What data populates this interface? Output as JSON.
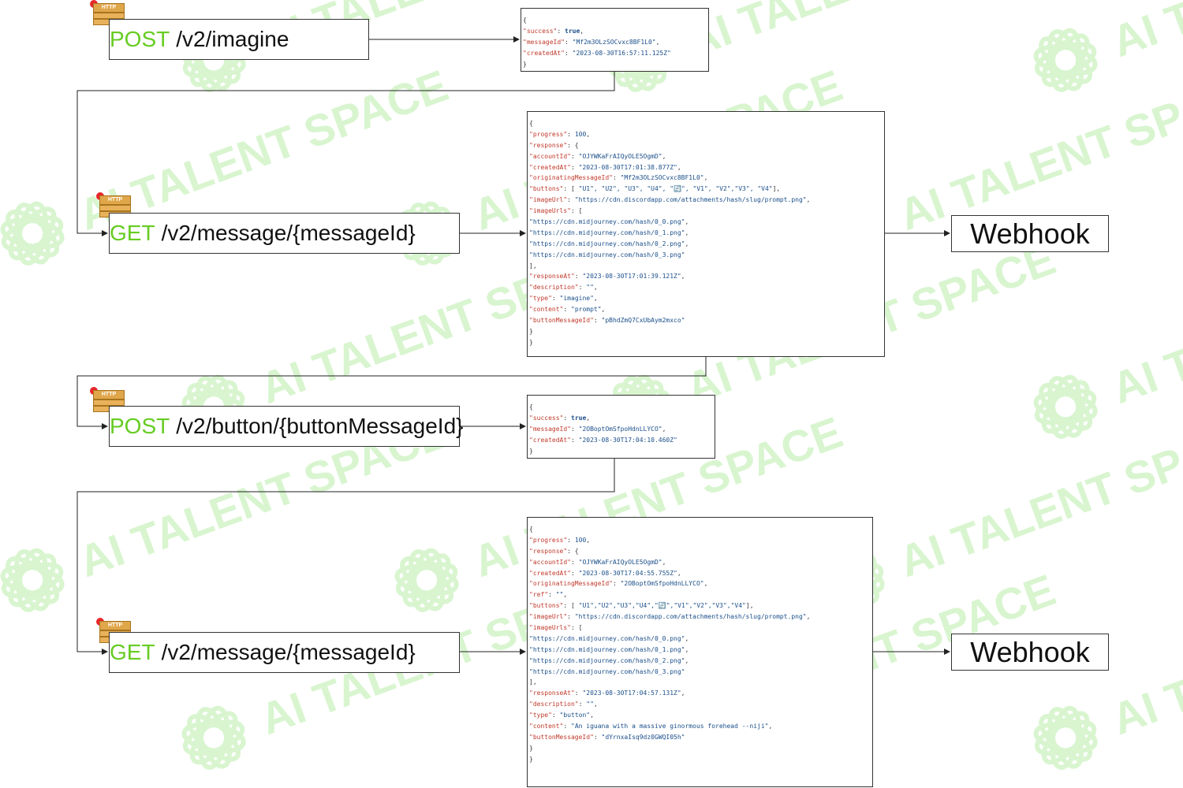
{
  "watermark": {
    "text": "AI TALENT SPACE",
    "color": "#d8f5cf"
  },
  "colors": {
    "method": "#66cc22",
    "json_key": "#c0392b",
    "json_value": "#1b4f8a",
    "line": "#333333",
    "icon": "#e0a64a",
    "icon_dot": "#e8262a"
  },
  "endpoints": [
    {
      "method": "POST",
      "path": "/v2/imagine",
      "icon_label": "HTTP"
    },
    {
      "method": "GET",
      "path": "/v2/message/{messageId}",
      "icon_label": "HTTP"
    },
    {
      "method": "POST",
      "path": "/v2/button/{buttonMessageId}",
      "icon_label": "HTTP"
    },
    {
      "method": "GET",
      "path": "/v2/message/{messageId}",
      "icon_label": "HTTP"
    }
  ],
  "responses": [
    {
      "lines": [
        [
          {
            "t": "p",
            "v": "{"
          }
        ],
        [
          {
            "t": "k",
            "v": "\"success\""
          },
          {
            "t": "p",
            "v": ": "
          },
          {
            "t": "b",
            "v": "true"
          },
          {
            "t": "p",
            "v": ","
          }
        ],
        [
          {
            "t": "k",
            "v": "\"messageId\""
          },
          {
            "t": "p",
            "v": ": "
          },
          {
            "t": "s",
            "v": "\"Mf2m3OLzSOCvxc8BF1L0\""
          },
          {
            "t": "p",
            "v": ","
          }
        ],
        [
          {
            "t": "k",
            "v": "\"createdAt\""
          },
          {
            "t": "p",
            "v": ": "
          },
          {
            "t": "s",
            "v": "\"2023-08-30T16:57:11.125Z\""
          }
        ],
        [
          {
            "t": "p",
            "v": "}"
          }
        ]
      ]
    },
    {
      "lines": [
        [
          {
            "t": "p",
            "v": "{"
          }
        ],
        [
          {
            "t": "k",
            "v": "\"progress\""
          },
          {
            "t": "p",
            "v": ": "
          },
          {
            "t": "n",
            "v": "100"
          },
          {
            "t": "p",
            "v": ","
          }
        ],
        [
          {
            "t": "k",
            "v": "\"response\""
          },
          {
            "t": "p",
            "v": ": {"
          }
        ],
        [
          {
            "t": "k",
            "v": "\"accountId\""
          },
          {
            "t": "p",
            "v": ": "
          },
          {
            "t": "s",
            "v": "\"OJYWKaFrAIQyOLE5OgmD\""
          },
          {
            "t": "p",
            "v": ","
          }
        ],
        [
          {
            "t": "k",
            "v": "\"createdAt\""
          },
          {
            "t": "p",
            "v": ": "
          },
          {
            "t": "s",
            "v": "\"2023-08-30T17:01:38.877Z\""
          },
          {
            "t": "p",
            "v": ","
          }
        ],
        [
          {
            "t": "k",
            "v": "\"originatingMessageId\""
          },
          {
            "t": "p",
            "v": ": "
          },
          {
            "t": "s",
            "v": "\"Mf2m3OLzSOCvxc8BF1L0\""
          },
          {
            "t": "p",
            "v": ","
          }
        ],
        [
          {
            "t": "k",
            "v": "\"buttons\""
          },
          {
            "t": "p",
            "v": ": [ "
          },
          {
            "t": "s",
            "v": "\"U1\", \"U2\", \"U3\", \"U4\", \"🔄\", \"V1\", \"V2\",\"V3\", \"V4\""
          },
          {
            "t": "p",
            "v": "],"
          }
        ],
        [
          {
            "t": "k",
            "v": "\"imageUrl\""
          },
          {
            "t": "p",
            "v": ": "
          },
          {
            "t": "s",
            "v": "\"https://cdn.discordapp.com/attachments/hash/slug/prompt.png\""
          },
          {
            "t": "p",
            "v": ","
          }
        ],
        [
          {
            "t": "k",
            "v": "\"imageUrls\""
          },
          {
            "t": "p",
            "v": ": ["
          }
        ],
        [
          {
            "t": "s",
            "v": "\"https://cdn.midjourney.com/hash/0_0.png\""
          },
          {
            "t": "p",
            "v": ","
          }
        ],
        [
          {
            "t": "s",
            "v": "\"https://cdn.midjourney.com/hash/0_1.png\""
          },
          {
            "t": "p",
            "v": ","
          }
        ],
        [
          {
            "t": "s",
            "v": "\"https://cdn.midjourney.com/hash/0_2.png\""
          },
          {
            "t": "p",
            "v": ","
          }
        ],
        [
          {
            "t": "s",
            "v": "\"https://cdn.midjourney.com/hash/0_3.png\""
          }
        ],
        [
          {
            "t": "p",
            "v": "],"
          }
        ],
        [
          {
            "t": "k",
            "v": "\"responseAt\""
          },
          {
            "t": "p",
            "v": ": "
          },
          {
            "t": "s",
            "v": "\"2023-08-30T17:01:39.121Z\""
          },
          {
            "t": "p",
            "v": ","
          }
        ],
        [
          {
            "t": "k",
            "v": "\"description\""
          },
          {
            "t": "p",
            "v": ": "
          },
          {
            "t": "s",
            "v": "\"\""
          },
          {
            "t": "p",
            "v": ","
          }
        ],
        [
          {
            "t": "k",
            "v": "\"type\""
          },
          {
            "t": "p",
            "v": ": "
          },
          {
            "t": "s",
            "v": "\"imagine\""
          },
          {
            "t": "p",
            "v": ","
          }
        ],
        [
          {
            "t": "k",
            "v": "\"content\""
          },
          {
            "t": "p",
            "v": ": "
          },
          {
            "t": "s",
            "v": "\"prompt\""
          },
          {
            "t": "p",
            "v": ","
          }
        ],
        [
          {
            "t": "k",
            "v": "\"buttonMessageId\""
          },
          {
            "t": "p",
            "v": ": "
          },
          {
            "t": "s",
            "v": "\"pBhdZmQ7CxUbAym2mxco\""
          }
        ],
        [
          {
            "t": "p",
            "v": "}"
          }
        ],
        [
          {
            "t": "p",
            "v": "}"
          }
        ]
      ]
    },
    {
      "lines": [
        [
          {
            "t": "p",
            "v": "{"
          }
        ],
        [
          {
            "t": "k",
            "v": "\"success\""
          },
          {
            "t": "p",
            "v": ": "
          },
          {
            "t": "b",
            "v": "true"
          },
          {
            "t": "p",
            "v": ","
          }
        ],
        [
          {
            "t": "k",
            "v": "\"messageId\""
          },
          {
            "t": "p",
            "v": ": "
          },
          {
            "t": "s",
            "v": "\"2OBoptOmSfpoHdnLLYCO\""
          },
          {
            "t": "p",
            "v": ","
          }
        ],
        [
          {
            "t": "k",
            "v": "\"createdAt\""
          },
          {
            "t": "p",
            "v": ": "
          },
          {
            "t": "s",
            "v": "\"2023-08-30T17:04:10.460Z\""
          }
        ],
        [
          {
            "t": "p",
            "v": "}"
          }
        ]
      ]
    },
    {
      "lines": [
        [
          {
            "t": "p",
            "v": "{"
          }
        ],
        [
          {
            "t": "k",
            "v": "\"progress\""
          },
          {
            "t": "p",
            "v": ": "
          },
          {
            "t": "n",
            "v": "100"
          },
          {
            "t": "p",
            "v": ","
          }
        ],
        [
          {
            "t": "k",
            "v": "\"response\""
          },
          {
            "t": "p",
            "v": ": {"
          }
        ],
        [
          {
            "t": "k",
            "v": "\"accountId\""
          },
          {
            "t": "p",
            "v": ": "
          },
          {
            "t": "s",
            "v": "\"OJYWKaFrAIQyOLE5OgmD\""
          },
          {
            "t": "p",
            "v": ","
          }
        ],
        [
          {
            "t": "k",
            "v": "\"createdAt\""
          },
          {
            "t": "p",
            "v": ": "
          },
          {
            "t": "s",
            "v": "\"2023-08-30T17:04:55.755Z\""
          },
          {
            "t": "p",
            "v": ","
          }
        ],
        [
          {
            "t": "k",
            "v": "\"originatingMessageId\""
          },
          {
            "t": "p",
            "v": ": "
          },
          {
            "t": "s",
            "v": "\"2OBoptOmSfpoHdnLLYCO\""
          },
          {
            "t": "p",
            "v": ","
          }
        ],
        [
          {
            "t": "k",
            "v": "\"ref\""
          },
          {
            "t": "p",
            "v": ": "
          },
          {
            "t": "s",
            "v": "\"\""
          },
          {
            "t": "p",
            "v": ","
          }
        ],
        [
          {
            "t": "k",
            "v": "\"buttons\""
          },
          {
            "t": "p",
            "v": ": [ "
          },
          {
            "t": "s",
            "v": "\"U1\",\"U2\",\"U3\",\"U4\",\"🔄\",\"V1\",\"V2\",\"V3\",\"V4\""
          },
          {
            "t": "p",
            "v": "],"
          }
        ],
        [
          {
            "t": "k",
            "v": "\"imageUrl\""
          },
          {
            "t": "p",
            "v": ": "
          },
          {
            "t": "s",
            "v": "\"https://cdn.discordapp.com/attachments/hash/slug/prompt.png\""
          },
          {
            "t": "p",
            "v": ","
          }
        ],
        [
          {
            "t": "k",
            "v": "\"imageUrls\""
          },
          {
            "t": "p",
            "v": ": ["
          }
        ],
        [
          {
            "t": "s",
            "v": "\"https://cdn.midjourney.com/hash/0_0.png\""
          },
          {
            "t": "p",
            "v": ","
          }
        ],
        [
          {
            "t": "s",
            "v": "\"https://cdn.midjourney.com/hash/0_1.png\""
          },
          {
            "t": "p",
            "v": ","
          }
        ],
        [
          {
            "t": "s",
            "v": "\"https://cdn.midjourney.com/hash/0_2.png\""
          },
          {
            "t": "p",
            "v": ","
          }
        ],
        [
          {
            "t": "s",
            "v": "\"https://cdn.midjourney.com/hash/0_3.png\""
          }
        ],
        [
          {
            "t": "p",
            "v": "],"
          }
        ],
        [
          {
            "t": "k",
            "v": "\"responseAt\""
          },
          {
            "t": "p",
            "v": ": "
          },
          {
            "t": "s",
            "v": "\"2023-08-30T17:04:57.131Z\""
          },
          {
            "t": "p",
            "v": ","
          }
        ],
        [
          {
            "t": "k",
            "v": "\"description\""
          },
          {
            "t": "p",
            "v": ": "
          },
          {
            "t": "s",
            "v": "\"\""
          },
          {
            "t": "p",
            "v": ","
          }
        ],
        [
          {
            "t": "k",
            "v": "\"type\""
          },
          {
            "t": "p",
            "v": ": "
          },
          {
            "t": "s",
            "v": "\"button\""
          },
          {
            "t": "p",
            "v": ","
          }
        ],
        [
          {
            "t": "k",
            "v": "\"content\""
          },
          {
            "t": "p",
            "v": ": "
          },
          {
            "t": "s",
            "v": "\"An iguana with a massive ginormous forehead --niji\""
          },
          {
            "t": "p",
            "v": ","
          }
        ],
        [
          {
            "t": "k",
            "v": "\"buttonMessageId\""
          },
          {
            "t": "p",
            "v": ": "
          },
          {
            "t": "s",
            "v": "\"dYrnxaIsq9dz0GWQI05h\""
          }
        ],
        [
          {
            "t": "p",
            "v": "}"
          }
        ],
        [
          {
            "t": "p",
            "v": "}"
          }
        ]
      ]
    }
  ],
  "webhooks": [
    {
      "label": "Webhook"
    },
    {
      "label": "Webhook"
    }
  ]
}
